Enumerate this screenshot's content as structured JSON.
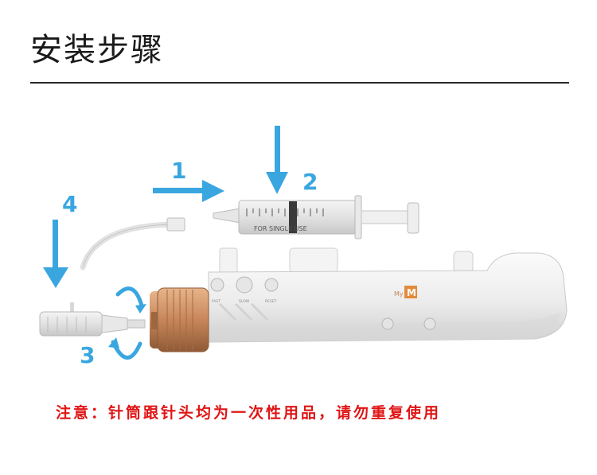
{
  "title": "安装步骤",
  "steps": [
    {
      "number": "1"
    },
    {
      "number": "2"
    },
    {
      "number": "3"
    },
    {
      "number": "4"
    }
  ],
  "syringe_text": "FOR SINGLE USE",
  "device": {
    "brand_prefix": "My",
    "brand_letter": "M",
    "button_labels": [
      "FAST",
      "SLOW",
      "RESET"
    ]
  },
  "note": "注意：针筒跟针头均为一次性用品，请勿重复使用",
  "colors": {
    "arrow": "#3aa6e0",
    "note": "#e01515",
    "title": "#1a1a1a",
    "gold": "#c8865a"
  }
}
